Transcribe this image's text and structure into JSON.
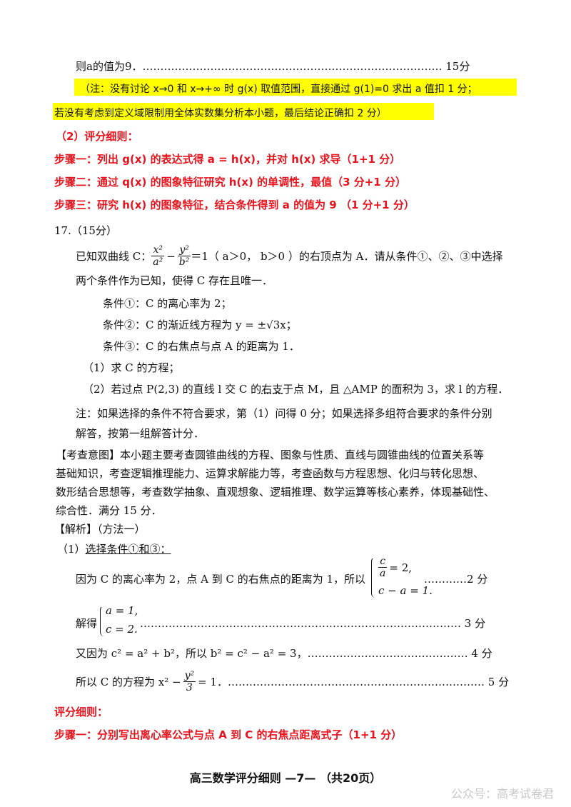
{
  "lines": {
    "l1": "则a的值为9．………………………………………………………………………… 15分",
    "note1": "（注：没有讨论 x→0 和 x→+∞ 时 g(x) 取值范围，直接通过 g(1)=0 求出 a 值扣 1 分；",
    "note2": "若没有考虑到定义域限制用全体实数集分析本小题，最后结论正确扣 2 分）",
    "rubric_head": "（2）评分细则：",
    "step1": "步骤一：列出 g(x) 的表达式得 a = h(x)，并对 h(x) 求导（1+1 分）",
    "step2": "步骤二：通过 q(x) 的图象特征研究 h(x) 的单调性，最值（3 分+1 分）",
    "step3": "步骤三：研究 h(x) 的图象特征，结合条件得到 a 的值为 9 （1 分+1 分）",
    "q17": "17.（15分）",
    "q17_pre": "已知双曲线 C：",
    "q17_post": "＝1（ a＞0， b＞0 ）的右顶点为 A．请从条件①、②、③中选择",
    "q17_line2": "两个条件作为已知，使得 C 存在且唯一．",
    "cond1": "条件①：C 的离心率为 2；",
    "cond2": "条件②：C 的渐近线方程为 y = ±√3x；",
    "cond3": "条件③：C 的右焦点与点 A 的距离为 1．",
    "part1": "（1）求 C 的方程；",
    "part2_a": "（2）若过点 P(2,3) 的直线 l 交 C 的",
    "part2_b": "右支",
    "part2_c": "于点 M，且 △AMP 的面积为 3，求 l 的方程．",
    "note3": "注：如果选择的条件不符合要求，第（1）问得 0 分；如果选择多组符合要求的条件分别",
    "note4": "解答，按第一组解答计分．",
    "intent1": "【考查意图】本小题主要考查圆锥曲线的方程、图象与性质、直线与圆锥曲线的位置关系等",
    "intent2": "基础知识，考查逻辑推理能力、运算求解能力等，考查函数与方程思想、化归与转化思想、",
    "intent3": "数形结合思想等，考查数学抽象、直观想象、逻辑推理、数学运算等核心素养，体现基础性、",
    "intent4": "综合性．满分 15 分．",
    "sol_head": "【解析】（方法一）",
    "sol_p1": "（1）",
    "sol_p1_u": "选择条件①和③：",
    "s1": "因为 C 的离心率为 2，点 A 到 C 的右焦点的距离为 1，所以",
    "s1_eq1_num": "c",
    "s1_eq1_den": "a",
    "s1_eq1_rest": "= 2,",
    "s1_eq2": "c − a = 1.",
    "s1_score": "…………2 分",
    "s2": "解得",
    "s2_eq1": "a = 1,",
    "s2_eq2": "c = 2.",
    "s2_score": "……………………………………………………………………………… 3 分",
    "s3": "又因为 c² = a² + b²，所以 b² = c² − a² = 3，……………………………………… 4 分",
    "s4_pre": "所以 C 的方程为 x² −",
    "s4_num": "y²",
    "s4_den": "3",
    "s4_post": "= 1．……………………………………………………………… 5 分",
    "rubric2": "评分细则：",
    "step1b": "步骤一：分别写出离心率公式与点 A 到 C 的右焦点距离式子（1+1 分）"
  },
  "frac_main": {
    "num1": "x²",
    "den1": "a²",
    "minus": "−",
    "num2": "y²",
    "den2": "b²"
  },
  "footer": "高三数学评分细则 —7— （共20页）",
  "watermark": "公众号：高考试卷君",
  "colors": {
    "red": "#e8121c",
    "highlight": "#ffff00"
  }
}
